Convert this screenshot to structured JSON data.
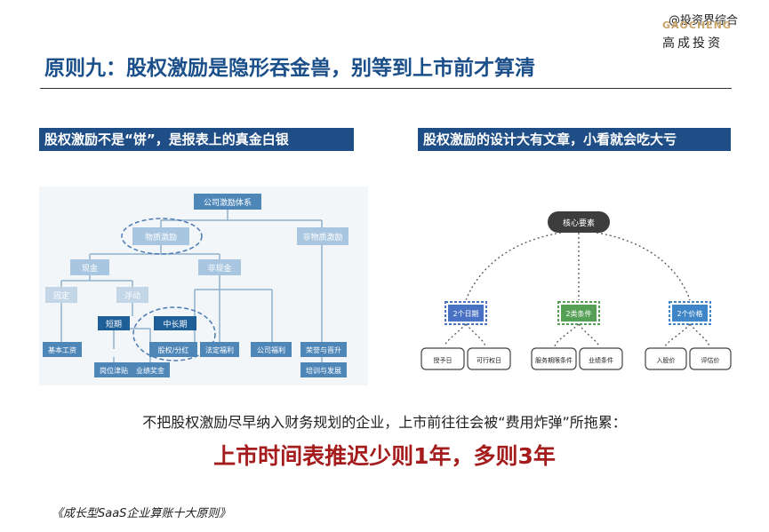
{
  "watermark": "@投资界综合",
  "logo": {
    "en": "GAOCHENG",
    "cn": "高成投资"
  },
  "title": "原则九：股权激励是隐形吞金兽，别等到上市前才算清",
  "left_panel": {
    "banner": "股权激励不是“饼”，是报表上的真金白银",
    "nodes": {
      "root": "公司激励体系",
      "material": "物质激励",
      "nonmaterial": "非物质激励",
      "cash": "现金",
      "noncash": "非现金",
      "fixed": "固定",
      "floating": "浮动",
      "short": "短期",
      "midlong": "中长期",
      "base_salary": "基本工资",
      "position_allowance": "岗位津贴",
      "performance_bonus": "业绩奖金",
      "equity": "股权/分红",
      "statutory": "法定福利",
      "company_welfare": "公司福利",
      "honor": "荣誉与晋升",
      "training": "培训与发展"
    }
  },
  "right_panel": {
    "banner": "股权激励的设计大有文章，小看就会吃大亏",
    "nodes": {
      "core": "核心要素",
      "dates": "2个日期",
      "conditions": "2类条件",
      "prices": "2个价格",
      "grant_date": "授予日",
      "exercise_date": "可行权日",
      "service_condition": "服务期限条件",
      "performance_condition": "业绩条件",
      "entry_price": "入股价",
      "valuation_price": "评估价"
    },
    "colors": {
      "core": "#3d3d3d",
      "dates": "#4a72c4",
      "conditions": "#55a055",
      "prices": "#3f86c9"
    }
  },
  "caption": "不把股权激励尽早纳入财务规划的企业，上市前往往会被“费用炸弹”所拖累：",
  "headline": "上市时间表推迟少则1年，多则3年",
  "source": "《成长型SaaS企业算账十大原则》"
}
